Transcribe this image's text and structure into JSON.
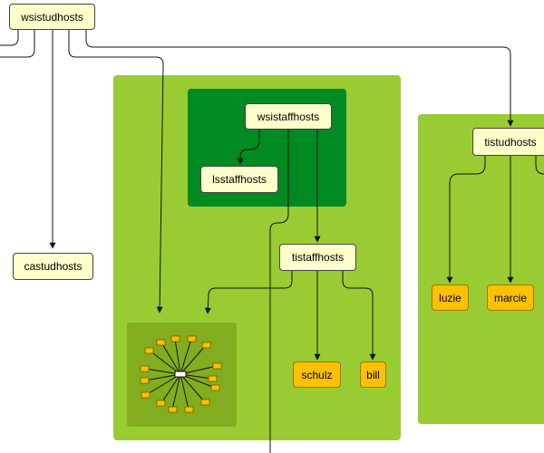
{
  "colors": {
    "canvas": "#ffffff",
    "group_light": "#99cc33",
    "group_dark": "#008a22",
    "group_collapsed": "#82ad1e",
    "group_node_fill": "#ffffcc",
    "host_node_fill": "#ffc000",
    "edge": "#111111"
  },
  "nodes": {
    "wsistudhosts": "wsistudhosts",
    "castudhosts": "castudhosts",
    "wsistaffhosts": "wsistaffhosts",
    "lsstaffhosts": "lsstaffhosts",
    "tistaffhosts": "tistaffhosts",
    "schulz": "schulz",
    "bill": "bill",
    "tistudhosts": "tistudhosts",
    "luzie": "luzie",
    "marcie": "marcie"
  },
  "collapsed_group": {
    "icon": "star-cluster-icon"
  }
}
